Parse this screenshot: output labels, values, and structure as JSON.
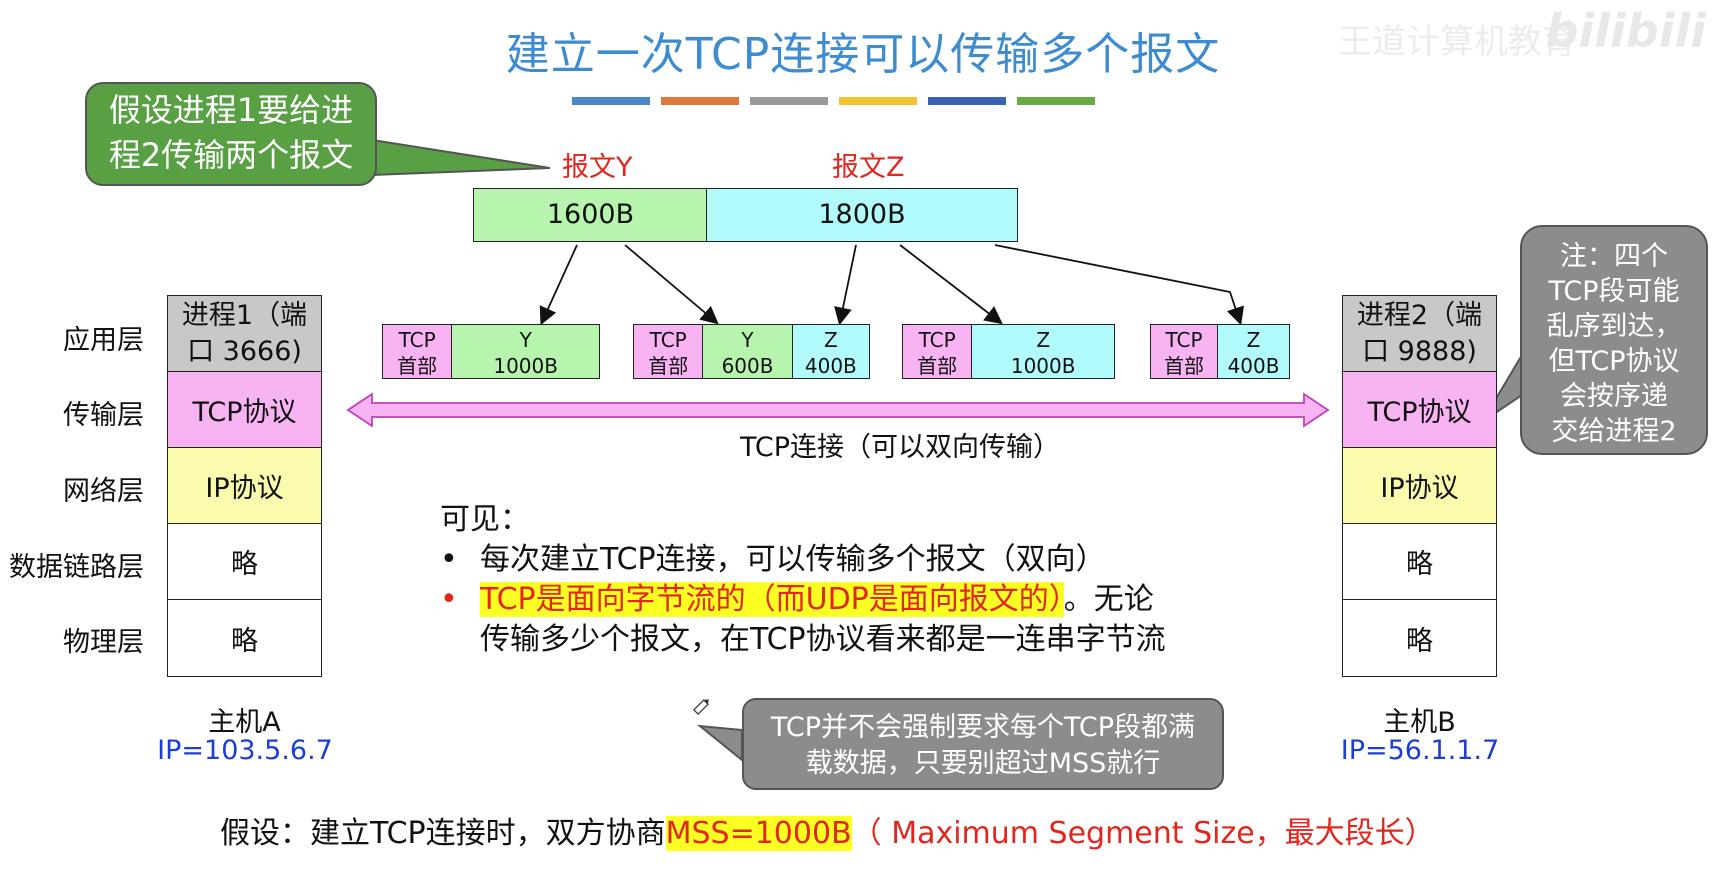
{
  "title": "建立一次TCP连接可以传输多个报文",
  "watermark": "王道计算机教育",
  "bili": "bilibili",
  "accent_bars": [
    "#4a86c8",
    "#e07a3a",
    "#9a9a9a",
    "#f4c132",
    "#3a63b3",
    "#6aab42"
  ],
  "callouts": {
    "left": [
      "假设进程1要给进",
      "程2传输两个报文"
    ],
    "right": [
      "注：四个",
      "TCP段可能",
      "乱序到达，",
      "但TCP协议",
      "会按序递",
      "交给进程2"
    ],
    "bottom": [
      "TCP并不会强制要求每个TCP段都满",
      "载数据，只要别超过MSS就行"
    ]
  },
  "messages": {
    "y_label": "报文Y",
    "z_label": "报文Z",
    "y_size": "1600B",
    "z_size": "1800B"
  },
  "segments": [
    {
      "header": [
        "TCP",
        "首部"
      ],
      "parts": [
        {
          "name": "Y",
          "size": "1000B"
        }
      ]
    },
    {
      "header": [
        "TCP",
        "首部"
      ],
      "parts": [
        {
          "name": "Y",
          "size": "600B"
        },
        {
          "name": "Z",
          "size": "400B"
        }
      ]
    },
    {
      "header": [
        "TCP",
        "首部"
      ],
      "parts": [
        {
          "name": "Z",
          "size": "1000B"
        }
      ]
    },
    {
      "header": [
        "TCP",
        "首部"
      ],
      "parts": [
        {
          "name": "Z",
          "size": "400B"
        }
      ]
    }
  ],
  "layers": [
    "应用层",
    "传输层",
    "网络层",
    "数据链路层",
    "物理层"
  ],
  "host_a": {
    "process": [
      "进程1（端",
      "口 3666)"
    ],
    "transport": "TCP协议",
    "network": "IP协议",
    "link": "略",
    "physical": "略",
    "name": "主机A",
    "ip": "IP=103.5.6.7"
  },
  "host_b": {
    "process": [
      "进程2（端",
      "口 9888)"
    ],
    "transport": "TCP协议",
    "network": "IP协议",
    "link": "略",
    "physical": "略",
    "name": "主机B",
    "ip": "IP=56.1.1.7"
  },
  "connection_label": "TCP连接（可以双向传输）",
  "notes": {
    "heading": "可见：",
    "bullet1": "每次建立TCP连接，可以传输多个报文（双向）",
    "bullet2_highlight": "TCP是面向字节流的（而UDP是面向报文的）",
    "bullet2_rest": "。无论",
    "bullet2_line2": "传输多少个报文，在TCP协议看来都是一连串字节流"
  },
  "assumption": {
    "prefix": "假设：建立TCP连接时，双方协商",
    "mss": "MSS=1000B",
    "suffix": "（ Maximum Segment Size，最大段长）"
  }
}
